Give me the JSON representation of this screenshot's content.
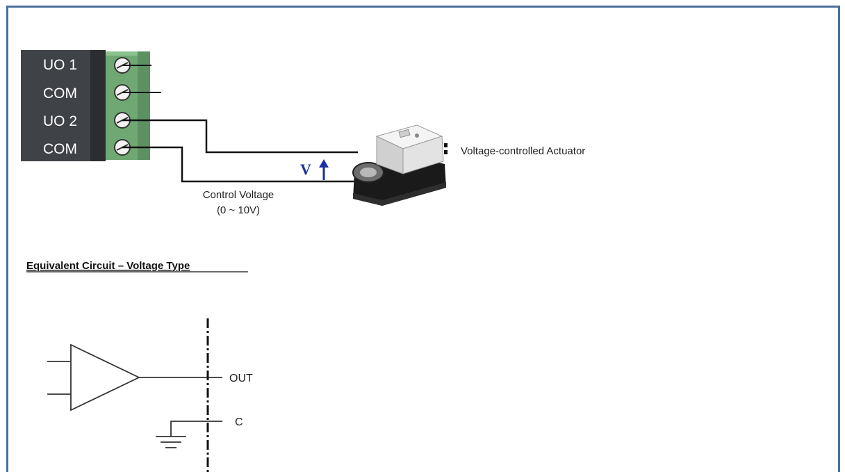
{
  "terminal_block": {
    "labels": [
      "UO 1",
      "COM",
      "UO 2",
      "COM"
    ]
  },
  "actuator": {
    "label": "Voltage-controlled Actuator"
  },
  "control_voltage": {
    "line1": "Control Voltage",
    "line2": "(0 ~ 10V)",
    "symbol": "V"
  },
  "equivalent_circuit": {
    "title": "Equivalent Circuit – Voltage Type",
    "out_label": "OUT",
    "common_label": "C"
  },
  "colors": {
    "frame_border": "#4a6e9a",
    "terminal_panel": "#3f4247",
    "terminal_green": "#6fa872",
    "arrow_blue": "#1a2fa0",
    "actuator_body": "#e3e3e3",
    "actuator_base": "#1a1a1a"
  },
  "icons": [
    "screw-terminal-icon",
    "amplifier-icon",
    "ground-icon",
    "up-arrow-icon"
  ]
}
